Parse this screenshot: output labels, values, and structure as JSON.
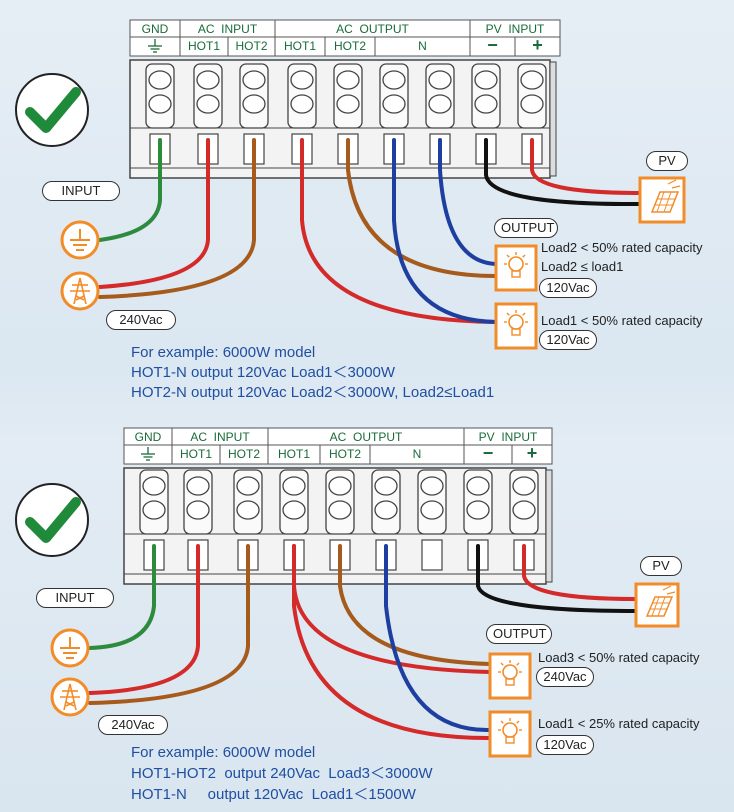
{
  "colors": {
    "ground": "#2e8b3e",
    "hot1": "#d42a2a",
    "hot2": "#a65a1c",
    "neutral": "#1e3fa0",
    "pv_neg": "#111111",
    "pv_pos": "#d42a2a",
    "accent": "#f28c28",
    "header_text": "#1a6b3a",
    "example_text": "#1f4fa0"
  },
  "icons": [
    "check-icon",
    "ground-icon",
    "transmission-tower-icon",
    "bulb-icon",
    "solar-panel-icon"
  ],
  "panels": [
    {
      "header": {
        "gnd": "GND",
        "ac_input": "AC  INPUT",
        "ac_output": "AC  OUTPUT",
        "pv_input": "PV  INPUT",
        "hot1": "HOT1",
        "hot2": "HOT2",
        "out_hot1": "HOT1",
        "out_hot2": "HOT2",
        "n": "N",
        "minus": "−",
        "plus": "+"
      },
      "input_label": "INPUT",
      "voltage_label": "240Vac",
      "output_label": "OUTPUT",
      "pv_label": "PV",
      "load_a": {
        "line1": "Load2 < 50% rated capacity",
        "line2": "Load2 ≤ load1",
        "voltage": "120Vac"
      },
      "load_b": {
        "line1": "Load1 < 50% rated capacity",
        "voltage": "120Vac"
      },
      "example": [
        "For example: 6000W model",
        "HOT1-N  output 120Vac  Load1＜3000W",
        "HOT2-N  output 120Vac  Load2＜3000W, Load2≤Load1"
      ]
    },
    {
      "header": {
        "gnd": "GND",
        "ac_input": "AC  INPUT",
        "ac_output": "AC  OUTPUT",
        "pv_input": "PV  INPUT",
        "hot1": "HOT1",
        "hot2": "HOT2",
        "out_hot1": "HOT1",
        "out_hot2": "HOT2",
        "n": "N",
        "minus": "−",
        "plus": "+"
      },
      "input_label": "INPUT",
      "voltage_label": "240Vac",
      "output_label": "OUTPUT",
      "pv_label": "PV",
      "load_a": {
        "line1": "Load3 < 50% rated capacity",
        "voltage": "240Vac"
      },
      "load_b": {
        "line1": "Load1 < 25% rated capacity",
        "voltage": "120Vac"
      },
      "example": [
        "For example: 6000W model",
        "HOT1-HOT2  output 240Vac  Load3＜3000W",
        "HOT1-N     output 120Vac  Load1＜1500W"
      ]
    }
  ]
}
